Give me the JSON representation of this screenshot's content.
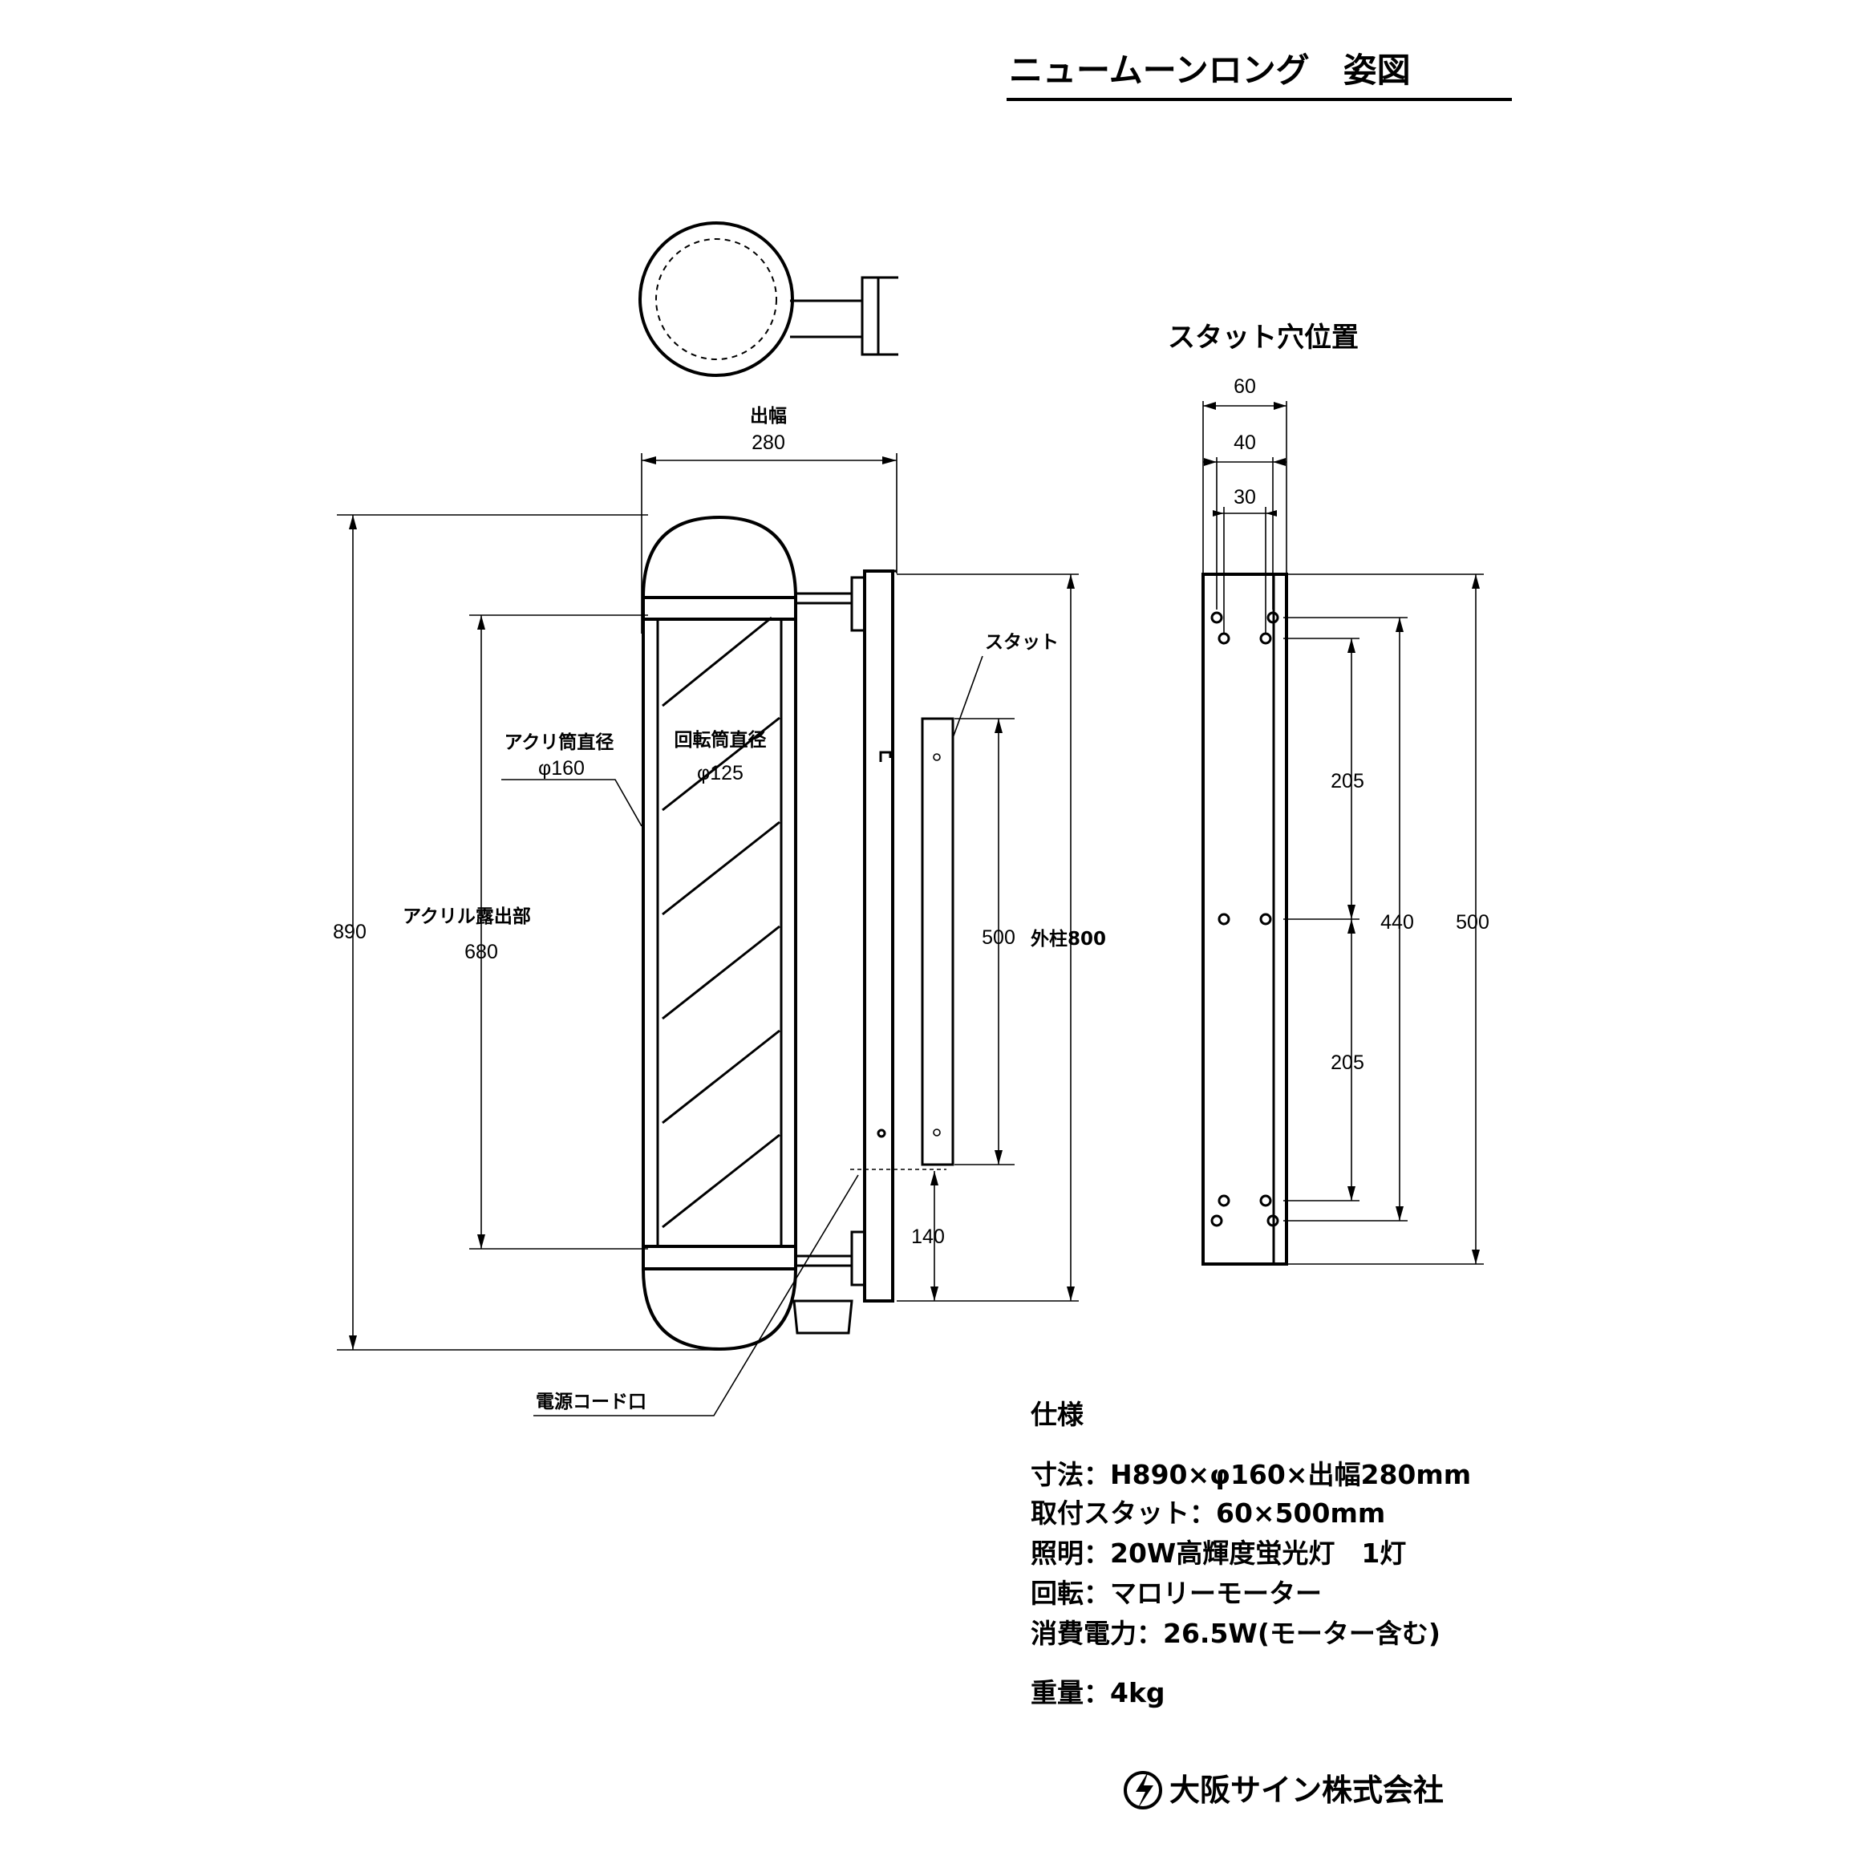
{
  "title": "ニュームーンロング　姿図",
  "labels": {
    "projection": "出幅",
    "projection_value": "280",
    "height": "890",
    "acrylic_diameter": "アクリ筒直径",
    "acrylic_diameter_value": "φ160",
    "rotating_diameter": "回転筒直径",
    "rotating_diameter_value": "φ125",
    "acrylic_exposed": "アクリル露出部",
    "acrylic_exposed_value": "680",
    "stud": "スタット",
    "stud_length": "500",
    "outer_column": "外柱800",
    "bottom_offset": "140",
    "power_cord": "電源コード口"
  },
  "stud_view": {
    "title": "スタット穴位置",
    "width_60": "60",
    "width_40": "40",
    "width_30": "30",
    "upper_205": "205",
    "lower_205": "205",
    "span_440": "440",
    "total_500": "500"
  },
  "spec": {
    "heading": "仕様",
    "lines": [
      "寸法：H890×φ160×出幅280mm",
      "取付スタット：60×500mm",
      "照明：20W高輝度蛍光灯　1灯",
      "回転：マロリーモーター",
      "消費電力：26.5W(モーター含む)"
    ],
    "weight": "重量：4kg"
  },
  "company": "大阪サイン株式会社",
  "logo_icon": "lightning-circle-logo-icon"
}
